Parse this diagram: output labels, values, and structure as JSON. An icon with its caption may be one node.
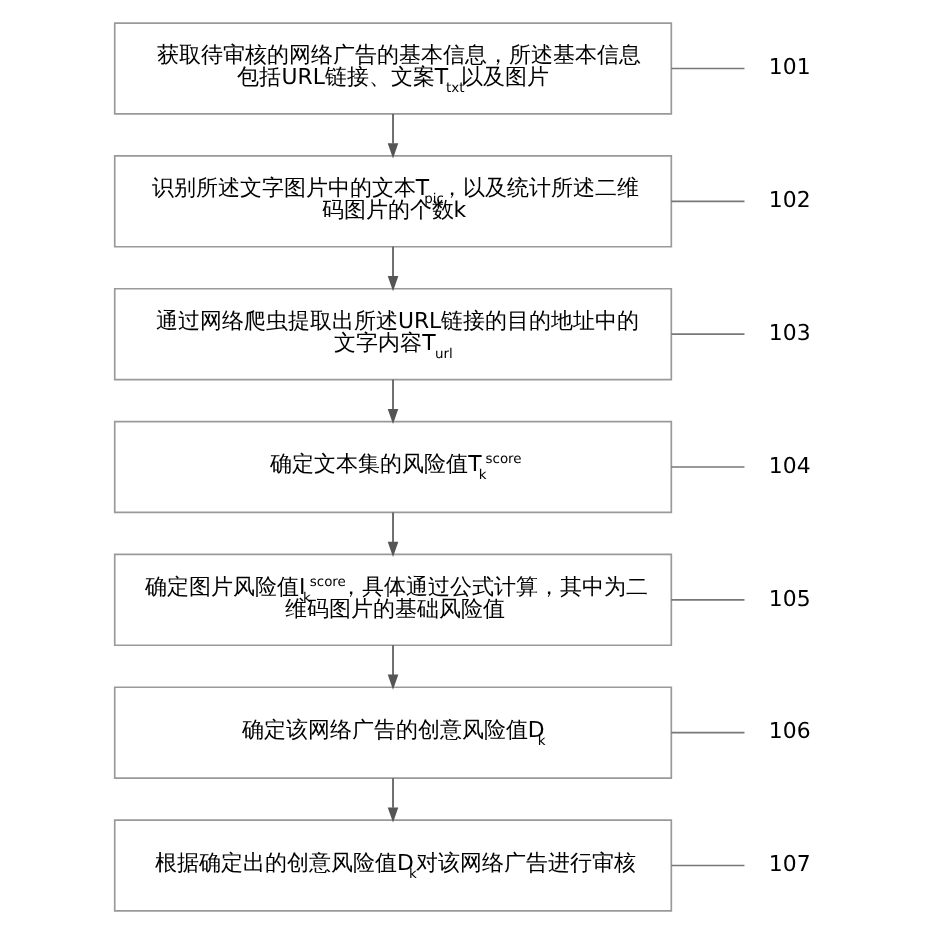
{
  "diagram": {
    "nodes": [
      {
        "text": [
          "获取待审核的网络广告的基本信息，所述基本信息包括URL链接、文案T$_{txt}$以及图片"
        ]
      },
      {
        "text": [
          "识别所述文字图片中的文本T$_{pic}$，以及统计所述二维码图片的个数k"
        ]
      },
      {
        "text": [
          "通过网络爬虫提取出所述URL链接的目的地址中的文字内容T$_{url}$"
        ]
      },
      {
        "text": [
          "确定文本集的风险值T$_{k}$$^{score}$"
        ]
      },
      {
        "text": [
          "确定图片风险值I$_{k}$$^{score}$，具体通过公式计算，其中为二维码图片的基础风险值"
        ]
      },
      {
        "text": [
          "确定该网络广告的创意风险值D$_{k}$"
        ]
      },
      {
        "text": [
          "根据确定出的创意风险值D$_{k}$对该网络广告进行审核"
        ]
      },
      {
        "text": [
          "101"
        ]
      },
      {
        "text": [
          "102"
        ]
      },
      {
        "text": [
          "103"
        ]
      },
      {
        "text": [
          "104"
        ]
      },
      {
        "text": [
          "105"
        ]
      },
      {
        "text": [
          "106"
        ]
      },
      {
        "text": [
          "107"
        ]
      }
    ],
    "edges": [
      {
        "from": 0,
        "to": 1,
        "arrow": "to"
      },
      {
        "from": 1,
        "to": 2,
        "arrow": "to"
      },
      {
        "from": 2,
        "to": 3,
        "arrow": "to"
      },
      {
        "from": 3,
        "to": 4,
        "arrow": "to"
      },
      {
        "from": 4,
        "to": 5,
        "arrow": "to"
      },
      {
        "from": 5,
        "to": 6,
        "arrow": "to"
      },
      {
        "from": 7,
        "to": 0,
        "arrow": "none"
      },
      {
        "from": 8,
        "to": 1,
        "arrow": "none"
      },
      {
        "from": 9,
        "to": 2,
        "arrow": "none"
      },
      {
        "from": 10,
        "to": 3,
        "arrow": "none"
      },
      {
        "from": 11,
        "to": 4,
        "arrow": "none"
      },
      {
        "from": 12,
        "to": 5,
        "arrow": "none"
      },
      {
        "from": 13,
        "to": 6,
        "arrow": "none"
      }
    ]
  }
}
